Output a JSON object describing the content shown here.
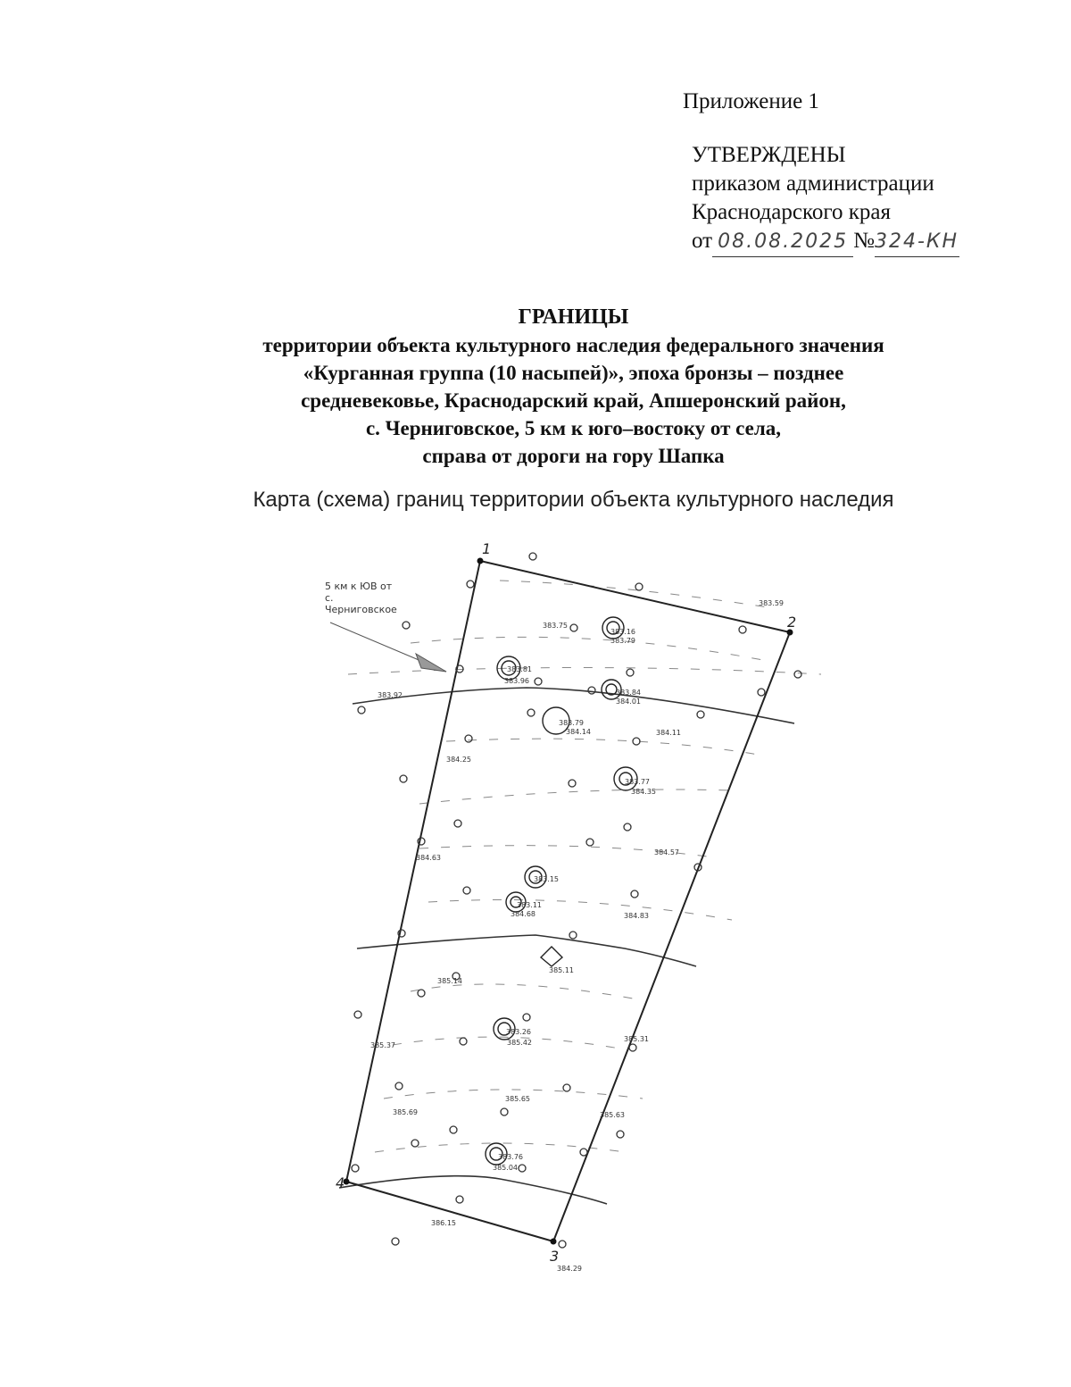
{
  "appendix": "Приложение 1",
  "approval": {
    "heading": "УТВЕРЖДЕНЫ",
    "line1": "приказом администрации",
    "line2": "Краснодарского края",
    "date_prefix": "от",
    "date": "08.08.2025",
    "number_prefix": "№",
    "number": "324-КН"
  },
  "title": {
    "main": "ГРАНИЦЫ",
    "lines": [
      "территории объекта культурного наследия федерального значения",
      "«Курганная группа (10 насыпей)», эпоха бронзы – позднее",
      "средневековье, Краснодарский край, Апшеронский район,",
      "с. Черниговское, 5 км к юго–востоку от села,",
      "справа от дороги на гору Шапка"
    ]
  },
  "map_caption": "Карта (схема) границ территории объекта культурного наследия",
  "map": {
    "direction_note": [
      "5 км к ЮВ от",
      "с.",
      "Черниговское"
    ],
    "corner_labels": [
      "1",
      "2",
      "3",
      "4"
    ],
    "elevations": [
      {
        "label": "383.59"
      },
      {
        "label": "383.75"
      },
      {
        "label": "383.79"
      },
      {
        "label": "383.16"
      },
      {
        "label": "383.81"
      },
      {
        "label": "383.96"
      },
      {
        "label": "383.92"
      },
      {
        "label": "383.84"
      },
      {
        "label": "384.01"
      },
      {
        "label": "383.79"
      },
      {
        "label": "384.14"
      },
      {
        "label": "384.11"
      },
      {
        "label": "384.25"
      },
      {
        "label": "383.77"
      },
      {
        "label": "384.35"
      },
      {
        "label": "384.63"
      },
      {
        "label": "384.57"
      },
      {
        "label": "383.15"
      },
      {
        "label": "383.11"
      },
      {
        "label": "384.68"
      },
      {
        "label": "384.83"
      },
      {
        "label": "385.11"
      },
      {
        "label": "385.14"
      },
      {
        "label": "383.26"
      },
      {
        "label": "385.42"
      },
      {
        "label": "385.37"
      },
      {
        "label": "385.31"
      },
      {
        "label": "385.69"
      },
      {
        "label": "385.65"
      },
      {
        "label": "385.63"
      },
      {
        "label": "383.76"
      },
      {
        "label": "385.04"
      },
      {
        "label": "386.15"
      },
      {
        "label": "384.29"
      }
    ]
  }
}
